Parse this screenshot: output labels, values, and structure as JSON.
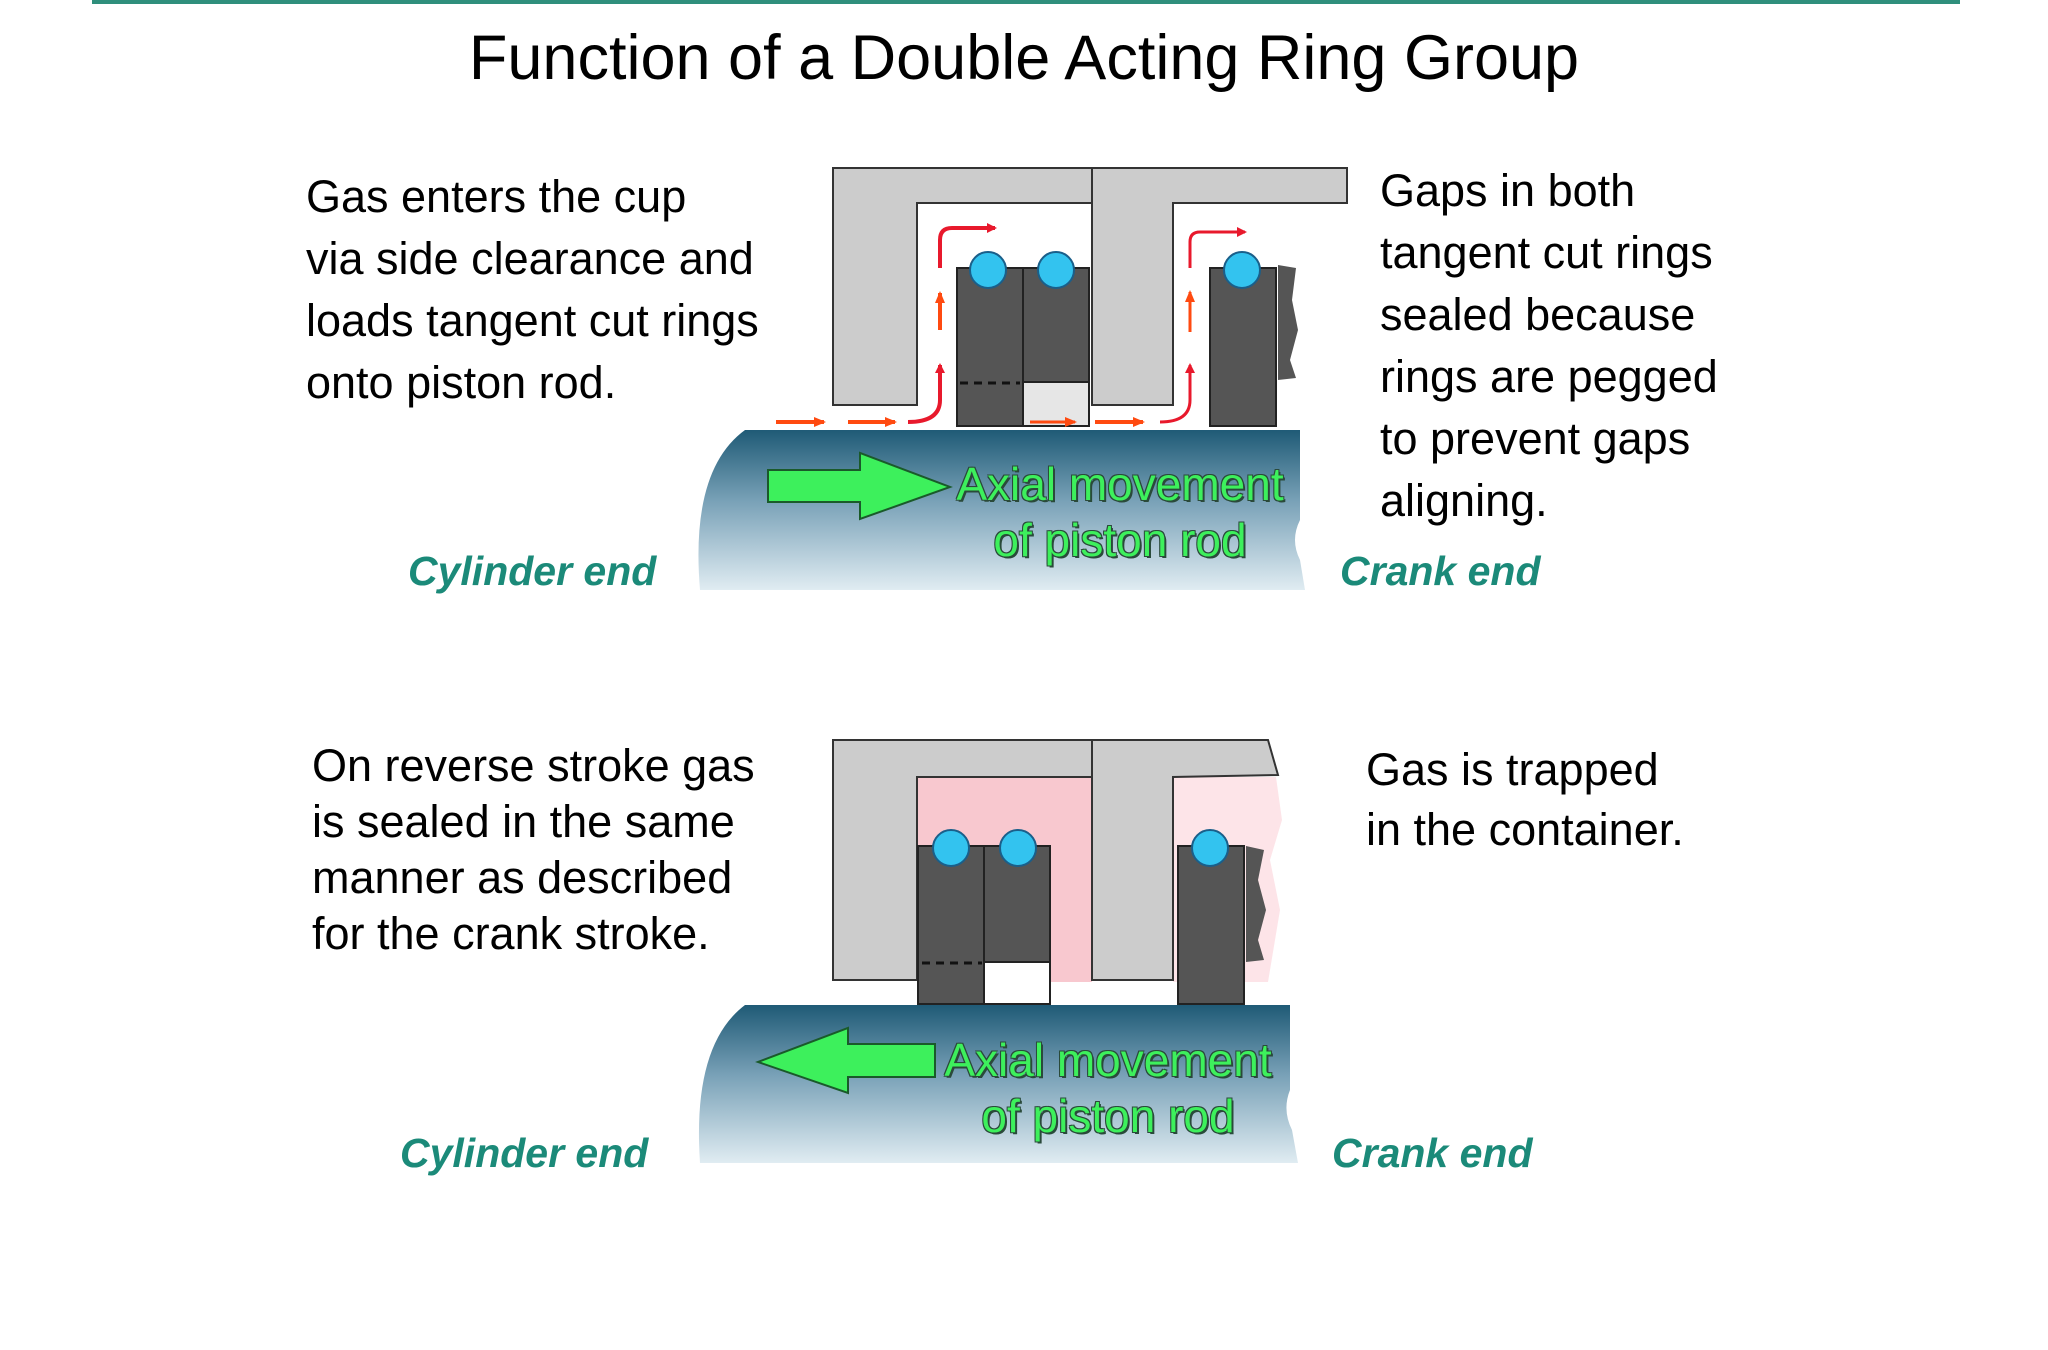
{
  "title": "Function of a Double Acting Ring Group",
  "top_panel": {
    "left_text": [
      "Gas enters the cup",
      "via side clearance and",
      "loads tangent cut rings",
      "onto piston rod."
    ],
    "right_text": [
      "Gaps in both",
      "tangent cut rings",
      "sealed because",
      "rings are pegged",
      "to prevent gaps",
      "aligning."
    ],
    "rod_label": [
      "Axial movement",
      "of piston rod"
    ],
    "cylinder_end": "Cylinder end",
    "crank_end": "Crank end",
    "movement_direction": "toward crank end"
  },
  "bottom_panel": {
    "left_text": [
      "On reverse stroke gas",
      "is sealed in the same",
      "manner as described",
      "for the crank stroke."
    ],
    "right_text": [
      "Gas is trapped",
      "in the container."
    ],
    "rod_label": [
      "Axial movement",
      "of piston rod"
    ],
    "cylinder_end": "Cylinder end",
    "crank_end": "Crank end",
    "movement_direction": "toward cylinder end"
  },
  "colors": {
    "accent_line": "#2f8f7c",
    "label_teal": "#1b8a79",
    "arrow_green": "#3df05c",
    "ring_dark": "#555555",
    "cup_gray": "#cccccc",
    "oring_blue": "#33c3ef",
    "gas_flow_red": "#e8192c",
    "trapped_gas_pink": "#f8c8cf"
  }
}
